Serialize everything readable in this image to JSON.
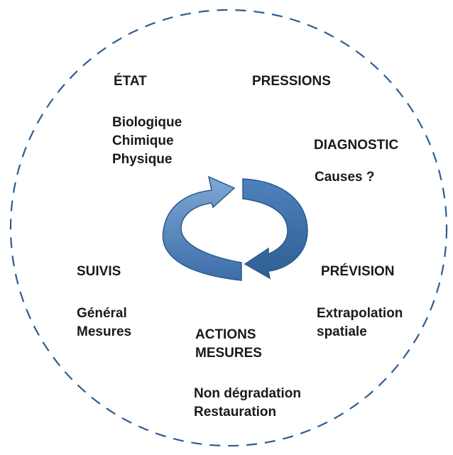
{
  "colors": {
    "border": "#2f5c8f",
    "arrow_fill": "#4f81bd",
    "arrow_shade": "#2e5f94",
    "arrow_light": "#7fa8d6",
    "text": "#1a1a1a"
  },
  "icons": {
    "cycle": "circular-arrows-icon"
  },
  "etat": {
    "title": "ÉTAT",
    "items": [
      "Biologique",
      "Chimique",
      "Physique"
    ]
  },
  "pressions": {
    "title": "PRESSIONS"
  },
  "diagnostic": {
    "title": "DIAGNOSTIC",
    "items": [
      "Causes ?"
    ]
  },
  "prevision": {
    "title": "PRÉVISION",
    "items": [
      "Extrapolation",
      "spatiale"
    ]
  },
  "actions": {
    "title_lines": [
      "ACTIONS",
      "MESURES"
    ],
    "items": [
      "Non dégradation",
      "Restauration"
    ]
  },
  "suivis": {
    "title": "SUIVIS",
    "items": [
      "Général",
      "Mesures"
    ]
  }
}
